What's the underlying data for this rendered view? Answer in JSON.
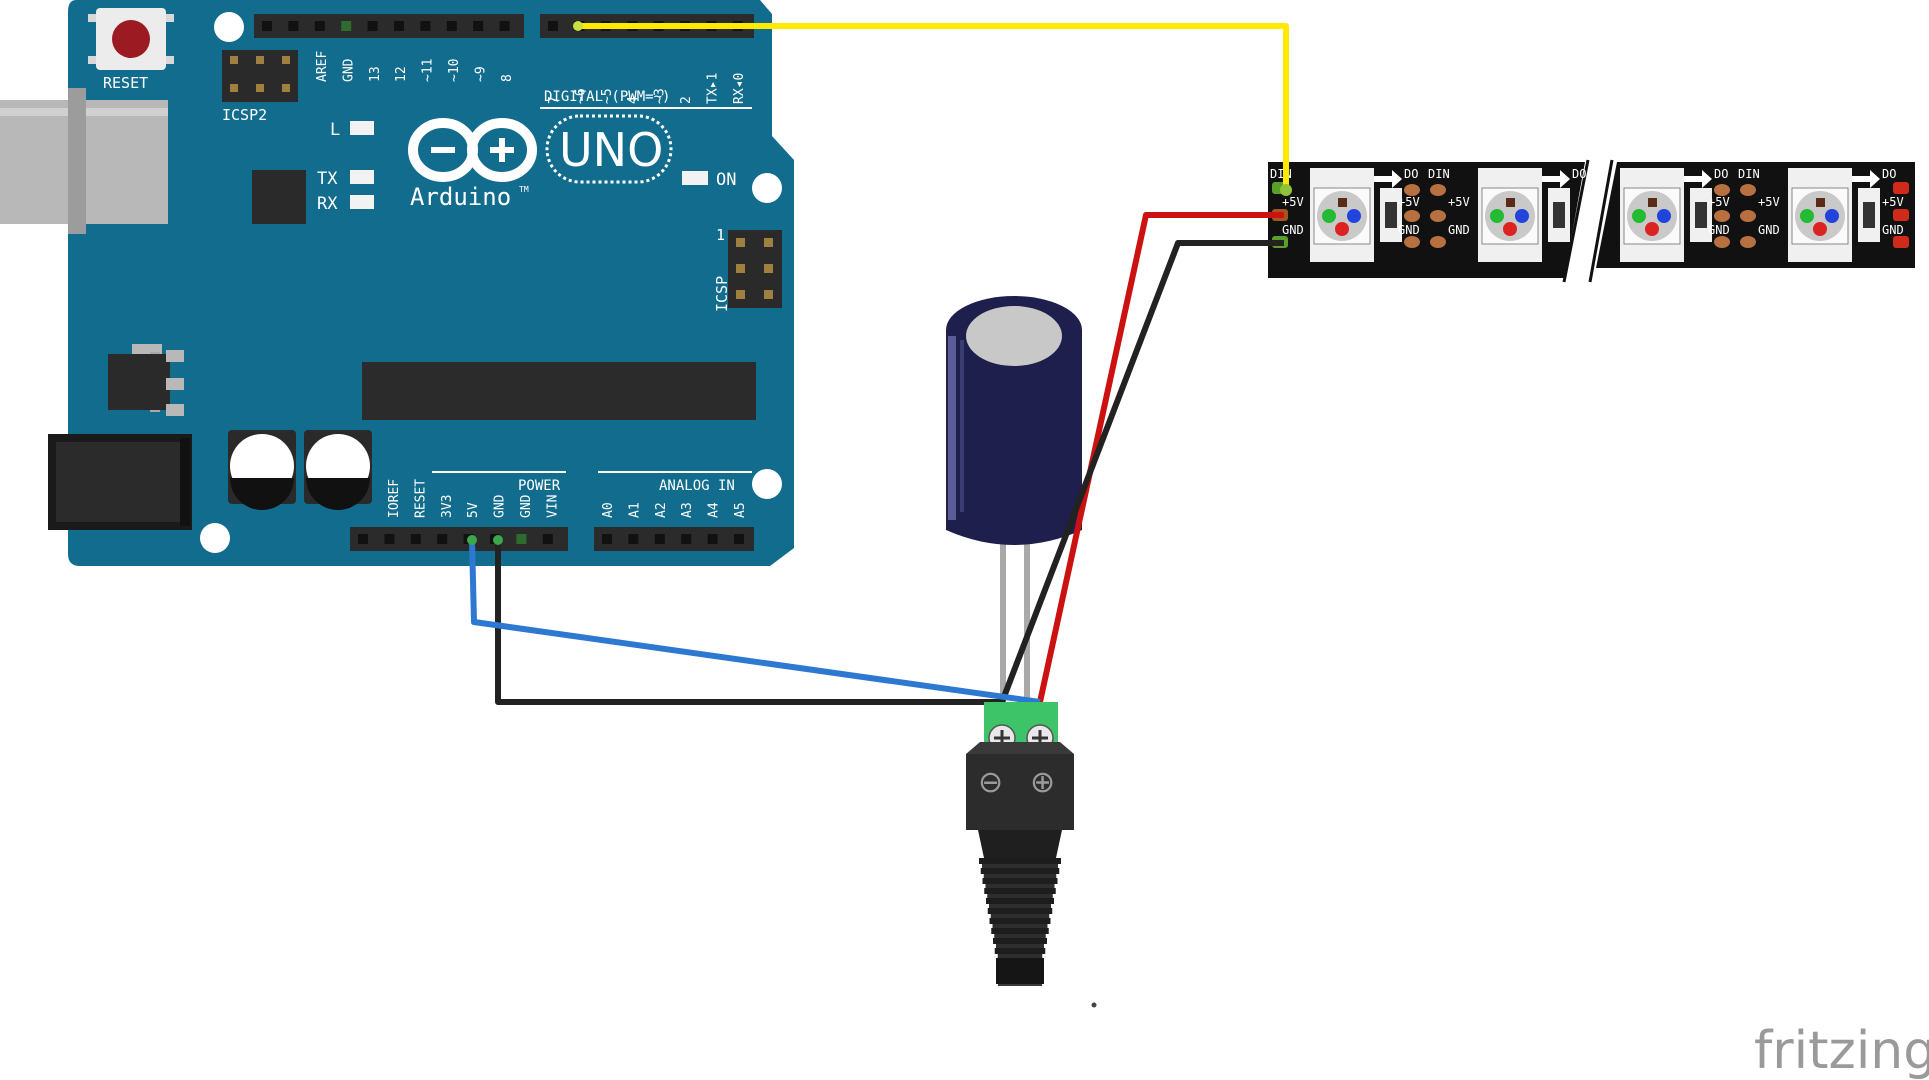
{
  "board": {
    "reset": "RESET",
    "icsp2": "ICSP2",
    "icsp": "ICSP",
    "icsp_pin1": "1",
    "led_l": "L",
    "led_tx": "TX",
    "led_rx": "RX",
    "led_on": "ON",
    "logo_uno": "UNO",
    "logo_arduino": "Arduino",
    "logo_tm": "TM",
    "digital_header": "DIGITAL (PWM=~)",
    "power_header": "POWER",
    "analog_header": "ANALOG IN",
    "digital_pins_left": [
      "AREF",
      "GND",
      "13",
      "12",
      "~11",
      "~10",
      "~9",
      "8"
    ],
    "digital_pins_right": [
      "7",
      "~6",
      "~5",
      "4",
      "~3",
      "2",
      "TX▸1",
      "RX◂0"
    ],
    "power_pins": [
      "IOREF",
      "RESET",
      "3V3",
      "5V",
      "GND",
      "GND",
      "VIN"
    ],
    "analog_pins": [
      "A0",
      "A1",
      "A2",
      "A3",
      "A4",
      "A5"
    ]
  },
  "strip": {
    "din": "DIN",
    "do": "DO",
    "plus5v": "+5V",
    "gnd": "GND"
  },
  "jack": {
    "minus": "⊖",
    "plus": "⊕"
  },
  "watermark": "fritzing",
  "colors": {
    "board": "#126c8d",
    "wire_signal": "#ffea00",
    "wire_power": "#cc1111",
    "wire_ground": "#222222",
    "wire_5v": "#2d78d0",
    "terminal": "#3dc368",
    "capacitor": "#1e1f4d"
  }
}
